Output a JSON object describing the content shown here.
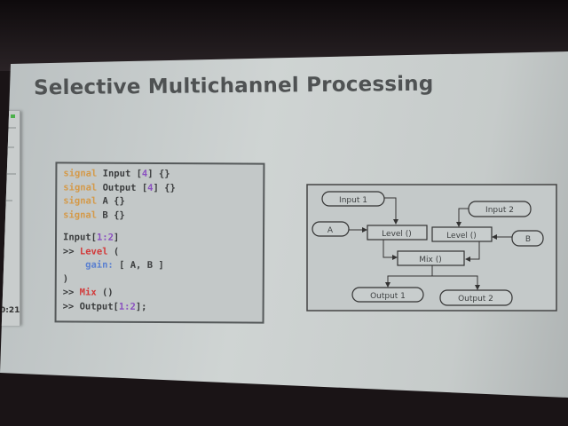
{
  "slide": {
    "title": "Selective Multichannel Processing",
    "side_window_time": "0:21"
  },
  "code": {
    "keyword_signal": "signal",
    "decl": [
      {
        "name": "Input",
        "size": "4",
        "tail": "{}"
      },
      {
        "name": "Output",
        "size": "4",
        "tail": "{}"
      },
      {
        "name": "A",
        "tail": "{}"
      },
      {
        "name": "B",
        "tail": "{}"
      }
    ],
    "line_input": "Input[",
    "range": "1:2",
    "close_bracket": "]",
    "pipe": ">>",
    "level": "Level",
    "open_paren": "(",
    "gain_key": "gain:",
    "gain_value": "[ A, B ]",
    "close_paren": ")",
    "mix": "Mix",
    "empty_parens": "()",
    "line_output": "Output[",
    "output_tail": "];"
  },
  "diagram": {
    "nodes": {
      "input1": "Input 1",
      "input2": "Input 2",
      "a": "A",
      "b": "B",
      "level1": "Level ()",
      "level2": "Level ()",
      "mix": "Mix ()",
      "output1": "Output 1",
      "output2": "Output 2"
    }
  }
}
